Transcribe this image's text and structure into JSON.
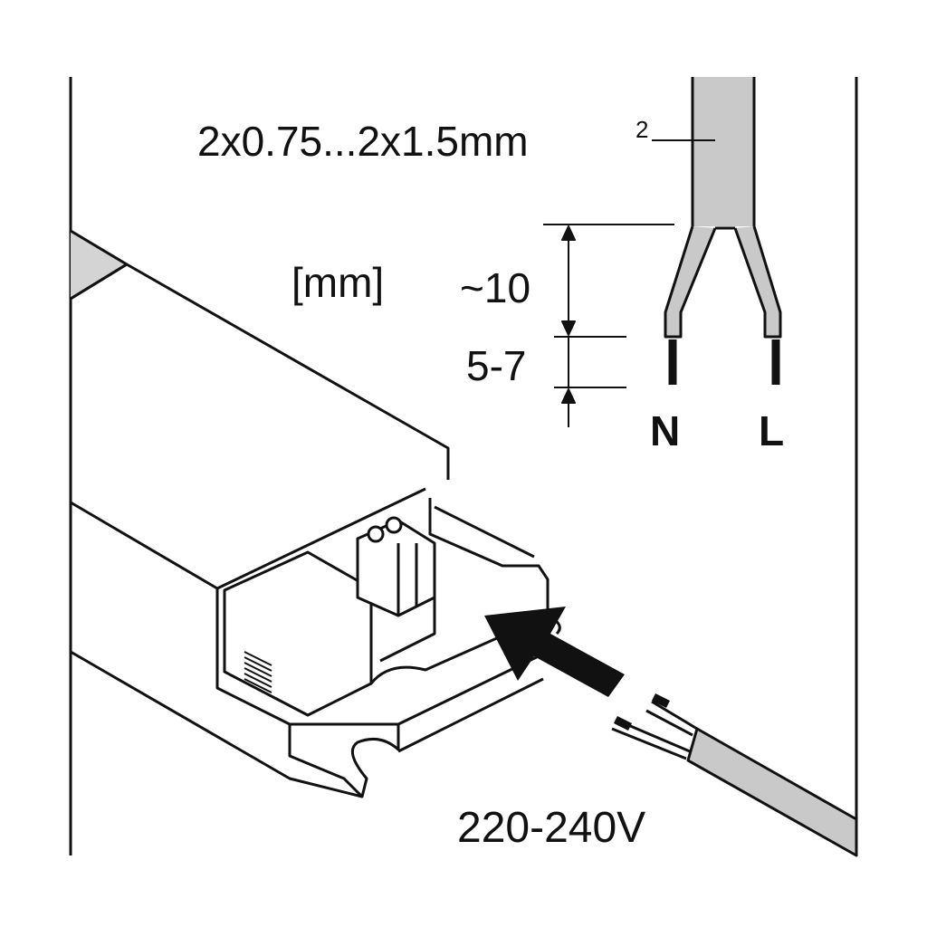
{
  "labels": {
    "cable_spec": "2x0.75...2x1.5mm",
    "cable_spec_sup": "2",
    "unit": "[mm]",
    "insulation_strip": "~10",
    "conductor_strip": "5-7",
    "neutral": "N",
    "live": "L",
    "voltage": "220-240V"
  },
  "colors": {
    "line": "#111111",
    "cable_gray": "#c9c9c9",
    "housing_gray": "#d4d4d4"
  }
}
